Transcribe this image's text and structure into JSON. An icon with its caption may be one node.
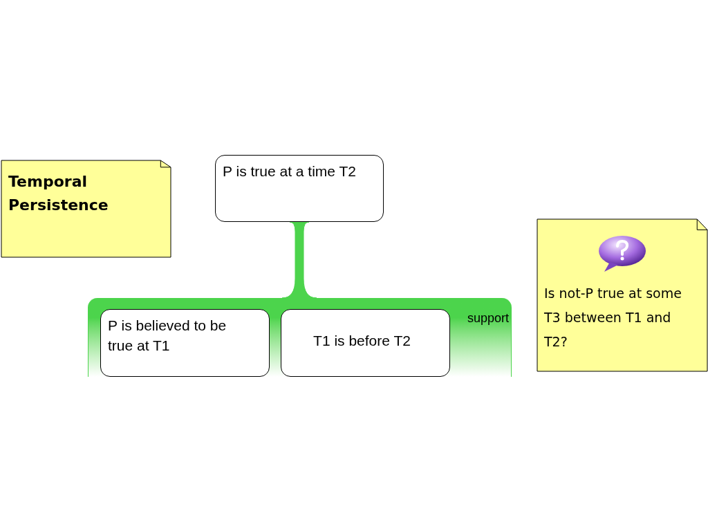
{
  "diagram": {
    "nodes": [
      {
        "text": [
          "Temporal Persistence"
        ]
      },
      {
        "text": [
          "P is true at a time T2"
        ]
      },
      {
        "text": [
          "support"
        ]
      },
      {
        "text": [
          "P is believed to be true at T1"
        ],
        "in": 2
      },
      {
        "text": [
          "T1 is before T2"
        ],
        "in": 2
      },
      {
        "text": [
          "Is not-P true at some T3 between T1 and T2?"
        ]
      }
    ],
    "edges": [
      {
        "from": 2,
        "to": 1,
        "arrow": "none",
        "style": "thick",
        "color": "#4cd44c"
      }
    ]
  }
}
